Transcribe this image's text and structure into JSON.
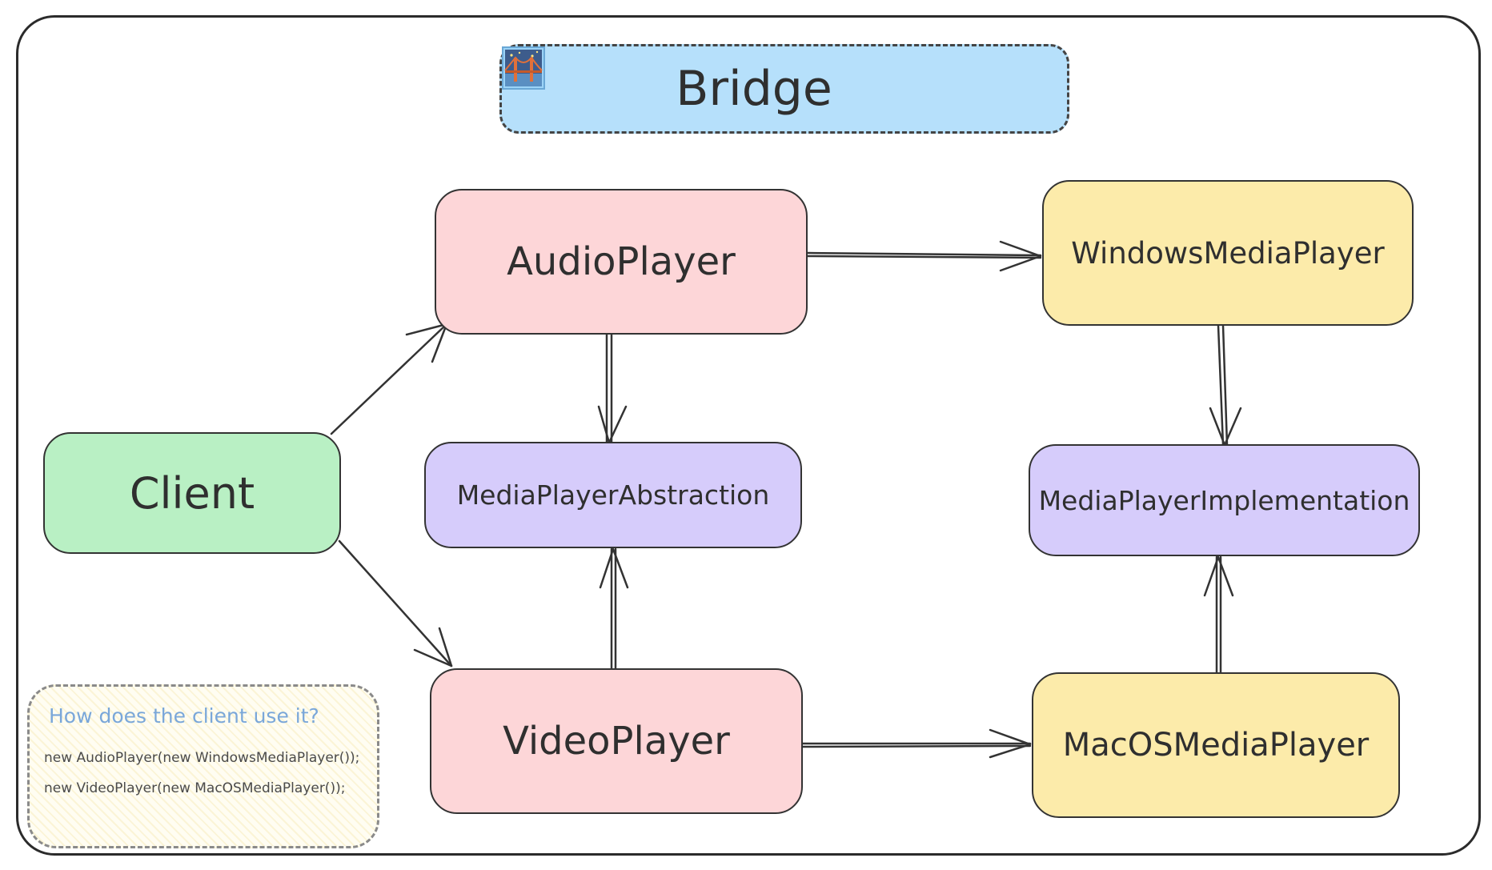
{
  "diagram": {
    "title": "Bridge",
    "title_icon": "bridge-at-night-icon",
    "nodes": {
      "client": "Client",
      "audio_player": "AudioPlayer",
      "video_player": "VideoPlayer",
      "abstraction": "MediaPlayerAbstraction",
      "windows_player": "WindowsMediaPlayer",
      "implementation": "MediaPlayerImplementation",
      "macos_player": "MacOSMediaPlayer"
    },
    "note": {
      "title": "How does the client use it?",
      "lines": [
        "new AudioPlayer(new WindowsMediaPlayer());",
        "new VideoPlayer(new MacOSMediaPlayer());"
      ]
    },
    "colors": {
      "title_fill": "#b6e0fb",
      "client_fill": "#b9f0c4",
      "player_fill": "#fdd6d8",
      "abstraction_fill": "#d6ccfb",
      "implementation_fill": "#fcebaa",
      "note_title": "#7aa7d9",
      "stroke": "#333333"
    },
    "edges": [
      {
        "from": "client",
        "to": "audio_player",
        "kind": "arrow"
      },
      {
        "from": "client",
        "to": "video_player",
        "kind": "arrow"
      },
      {
        "from": "audio_player",
        "to": "abstraction",
        "kind": "inheritance"
      },
      {
        "from": "video_player",
        "to": "abstraction",
        "kind": "inheritance"
      },
      {
        "from": "audio_player",
        "to": "windows_player",
        "kind": "arrow"
      },
      {
        "from": "video_player",
        "to": "macos_player",
        "kind": "arrow"
      },
      {
        "from": "windows_player",
        "to": "implementation",
        "kind": "inheritance"
      },
      {
        "from": "macos_player",
        "to": "implementation",
        "kind": "inheritance"
      }
    ]
  }
}
